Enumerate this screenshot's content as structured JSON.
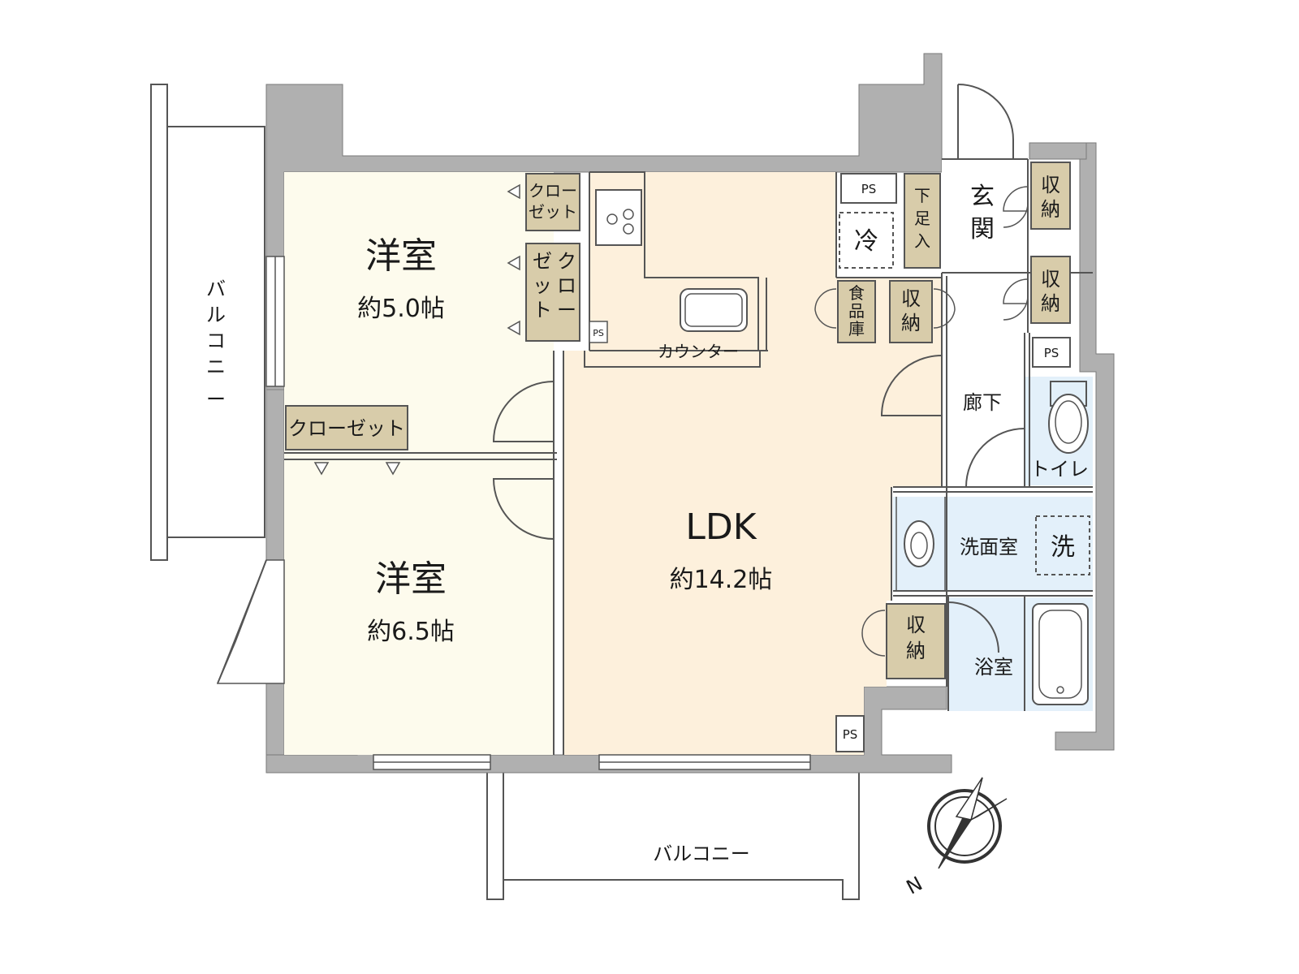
{
  "rooms": {
    "western_room_1": {
      "name": "洋室",
      "area": "約5.0帖"
    },
    "western_room_2": {
      "name": "洋室",
      "area": "約6.5帖"
    },
    "ldk": {
      "name": "LDK",
      "area": "約14.2帖"
    },
    "entrance": "玄関",
    "hallway": "廊下",
    "toilet": "トイレ",
    "washroom": "洗面室",
    "bathroom": "浴室"
  },
  "fixtures": {
    "closet": "クローゼット",
    "closet_top_a": "クロー",
    "closet_top_b": "ゼット",
    "closet_vert_a": "クロー",
    "closet_vert_b": "ゼット",
    "storage_a": "収",
    "storage_b": "納",
    "pantry": "食品庫",
    "shoe_storage": "下足入",
    "fridge": "冷",
    "washer": "洗",
    "counter": "カウンター",
    "ps": "PS"
  },
  "balconies": {
    "west": "バルコニー",
    "south": "バルコニー"
  },
  "compass": {
    "north": "N"
  },
  "colors": {
    "western_floor": "#fdfbed",
    "ldk_floor": "#fdf0dc",
    "wet_floor": "#e3f0fa",
    "storage_fill": "#d8ccaa",
    "wall": "#b0b0b0"
  }
}
